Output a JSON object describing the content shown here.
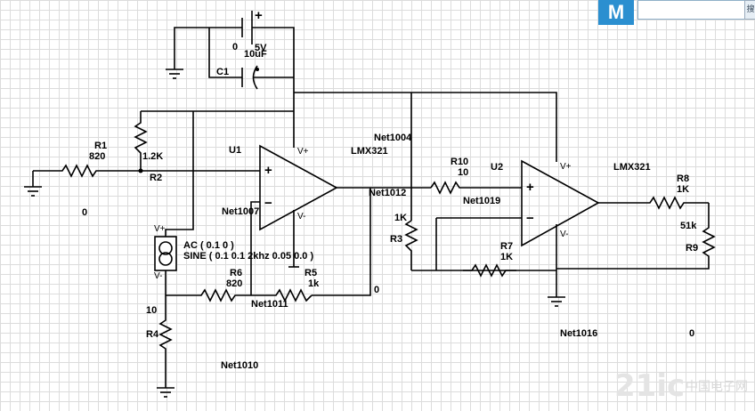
{
  "toolbar": {
    "brand_logo": "M",
    "search_value": "",
    "search_button": "搜"
  },
  "watermark": {
    "text": "21ic",
    "text_cn": "中国电子网"
  },
  "labels": {
    "u1": "U1",
    "u1_model": "LMX321",
    "u2": "U2",
    "u2_model": "LMX321",
    "v_plus": "V+",
    "v_minus": "V-",
    "r1": "R1",
    "r1_val": "820",
    "r2": "R2",
    "r2_val": "1.2K",
    "r3": "R3",
    "r3_val": "1K",
    "r4": "R4",
    "r4_val": "10",
    "r5": "R5",
    "r5_val": "1k",
    "r6": "R6",
    "r6_val": "820",
    "r7": "R7",
    "r7_val": "1K",
    "r8": "R8",
    "r8_val": "1K",
    "r9": "R9",
    "r9_val": "51k",
    "r10": "R10",
    "r10_val": "10",
    "c1": "C1",
    "c1_val": "10uF",
    "vs_val": "5V",
    "vs_zero": "0",
    "src_ac": "AC ( 0.1 0 )",
    "src_sine": "SINE ( 0.1 0.1 2khz 0.05 0.0 )",
    "net1004": "Net1004",
    "net1007": "Net1007",
    "net1010": "Net1010",
    "net1011": "Net1011",
    "net1012": "Net1012",
    "net1016": "Net1016",
    "net1019": "Net1019",
    "zero_left": "0",
    "zero_mid": "0",
    "zero_right": "0",
    "plus": "+",
    "minus": "−"
  }
}
